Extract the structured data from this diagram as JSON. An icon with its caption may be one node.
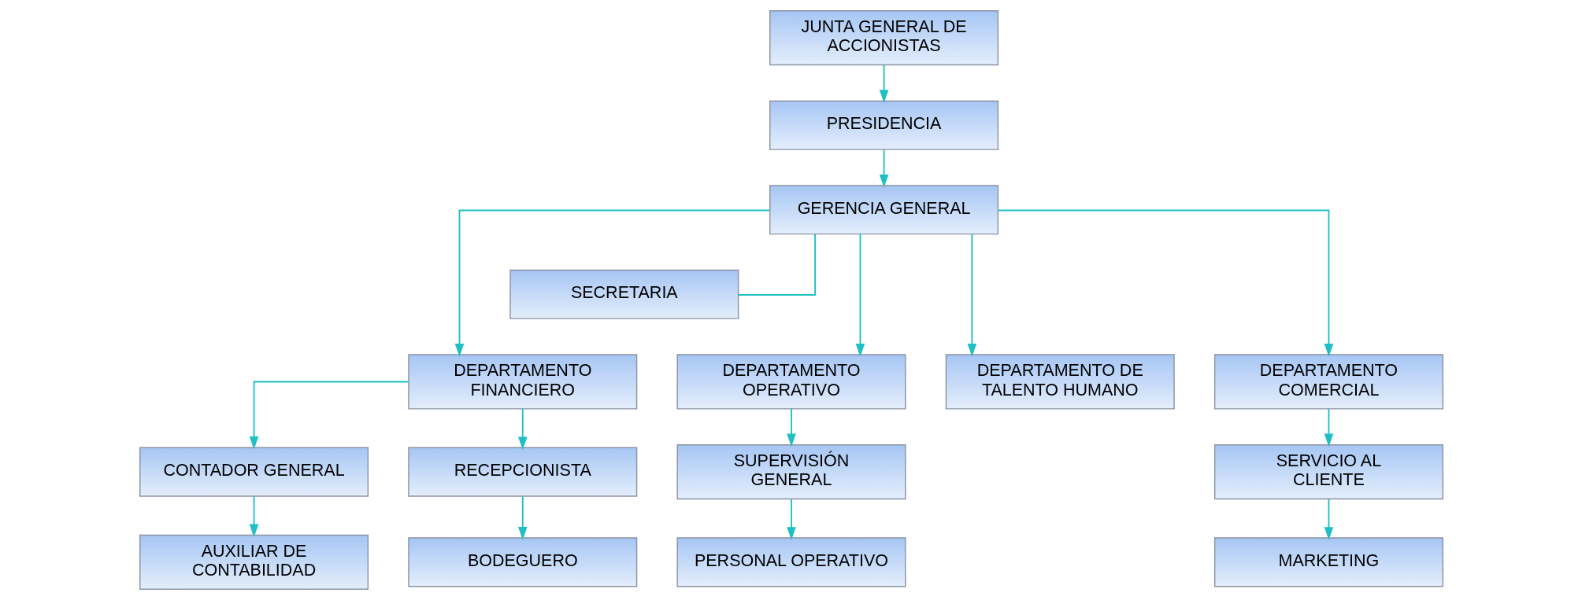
{
  "diagram": {
    "nodes": [
      {
        "text": [
          "JUNTA GENERAL DE ACCIONISTAS"
        ]
      },
      {
        "text": [
          "PRESIDENCIA"
        ]
      },
      {
        "text": [
          "GERENCIA GENERAL"
        ]
      },
      {
        "text": [
          "SECRETARIA"
        ]
      },
      {
        "text": [
          "DEPARTAMENTO FINANCIERO"
        ]
      },
      {
        "text": [
          "DEPARTAMENTO OPERATIVO"
        ]
      },
      {
        "text": [
          "DEPARTAMENTO DE TALENTO HUMANO"
        ]
      },
      {
        "text": [
          "DEPARTAMENTO COMERCIAL"
        ]
      },
      {
        "text": [
          "CONTADOR GENERAL"
        ]
      },
      {
        "text": [
          "RECEPCIONISTA"
        ]
      },
      {
        "text": [
          "SUPERVISIÓN GENERAL"
        ]
      },
      {
        "text": [
          "SERVICIO AL CLIENTE"
        ]
      },
      {
        "text": [
          "AUXILIAR DE CONTABILIDAD"
        ]
      },
      {
        "text": [
          "BODEGUERO"
        ]
      },
      {
        "text": [
          "PERSONAL OPERATIVO"
        ]
      },
      {
        "text": [
          "MARKETING"
        ]
      }
    ],
    "edges": [
      {
        "from": 0,
        "to": 1,
        "arrow": "to"
      },
      {
        "from": 1,
        "to": 2,
        "arrow": "to"
      },
      {
        "from": 2,
        "to": 3,
        "arrow": "none"
      },
      {
        "from": 2,
        "to": 4,
        "arrow": "to"
      },
      {
        "from": 2,
        "to": 5,
        "arrow": "to"
      },
      {
        "from": 2,
        "to": 6,
        "arrow": "to"
      },
      {
        "from": 2,
        "to": 7,
        "arrow": "to"
      },
      {
        "from": 4,
        "to": 8,
        "arrow": "to"
      },
      {
        "from": 4,
        "to": 9,
        "arrow": "to"
      },
      {
        "from": 8,
        "to": 12,
        "arrow": "to"
      },
      {
        "from": 9,
        "to": 13,
        "arrow": "to"
      },
      {
        "from": 5,
        "to": 10,
        "arrow": "to"
      },
      {
        "from": 10,
        "to": 14,
        "arrow": "to"
      },
      {
        "from": 7,
        "to": 11,
        "arrow": "to"
      },
      {
        "from": 11,
        "to": 15,
        "arrow": "to"
      }
    ]
  }
}
